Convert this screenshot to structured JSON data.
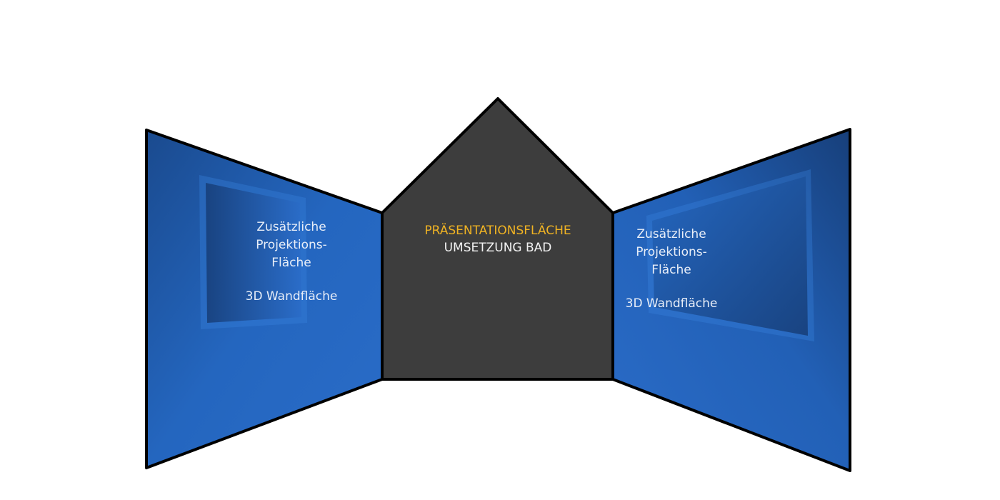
{
  "colors": {
    "wall_blue_dark": "#1a4e96",
    "wall_blue_light": "#2a6cc8",
    "center_wall": "#3d3d3d",
    "outline": "#000000",
    "accent_text": "#f0b323",
    "label_text": "#e8eef8"
  },
  "center_wall": {
    "title": "PRÄSENTATIONSFLÄCHE",
    "subtitle": "UMSETZUNG BAD"
  },
  "left_wall": {
    "line1": "Zusätzliche",
    "line2": "Projektions-",
    "line3": "Fläche",
    "line4": "3D Wandfläche"
  },
  "right_wall": {
    "line1": "Zusätzliche",
    "line2": "Projektions-",
    "line3": "Fläche",
    "line4": "3D Wandfläche"
  }
}
